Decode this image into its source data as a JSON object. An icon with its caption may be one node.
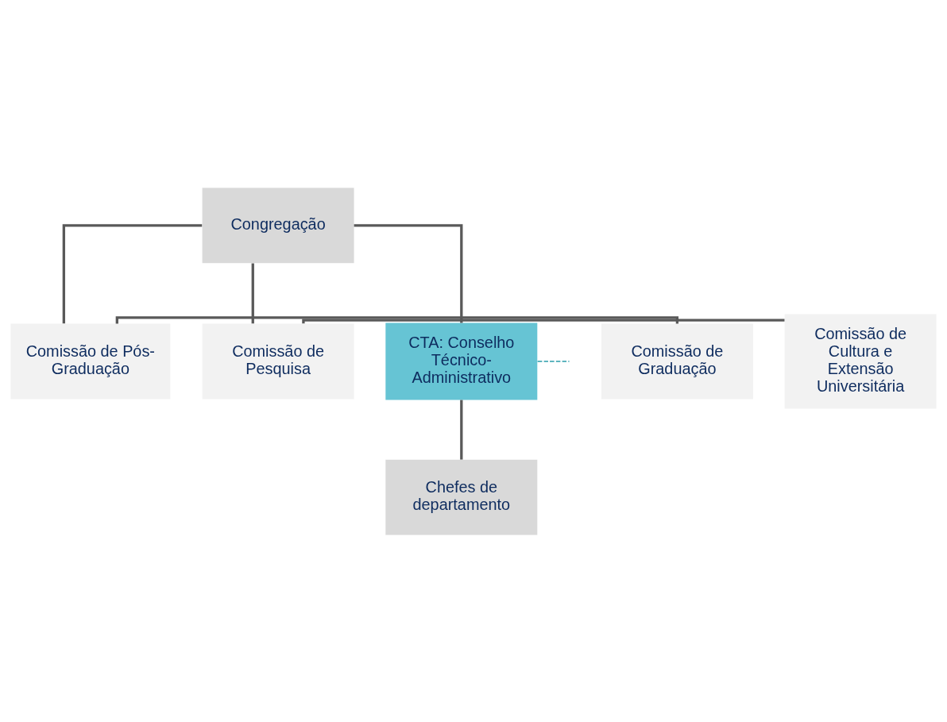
{
  "diagram": {
    "nodes": [
      {
        "text": [
          "Congregação"
        ]
      },
      {
        "text": [
          "Comissão de Graduação"
        ]
      },
      {
        "text": [
          "Comissão de Pós-Graduação"
        ]
      },
      {
        "text": [
          "Comissão de Pesquisa"
        ]
      },
      {
        "text": [
          "Comissão de Cultura e Extensão Universitária"
        ]
      },
      {
        "text": [
          "CTA: Conselho Técnico-Administrativo"
        ]
      },
      {
        "text": [
          "Chefes de departamento"
        ]
      }
    ],
    "edges": [
      {
        "from": 0,
        "to": 5,
        "arrow": "none"
      },
      {
        "from": 0,
        "to": 2,
        "arrow": "none"
      },
      {
        "from": 0,
        "to": 3,
        "arrow": "none"
      },
      {
        "from": 1,
        "to": 2,
        "arrow": "none"
      },
      {
        "from": 3,
        "to": 4,
        "arrow": "none"
      },
      {
        "from": 5,
        "to": 6,
        "arrow": "none"
      },
      {
        "from": 5,
        "to": null,
        "arrow": "none",
        "style": "dashed",
        "color": "#2a9dab"
      }
    ]
  }
}
